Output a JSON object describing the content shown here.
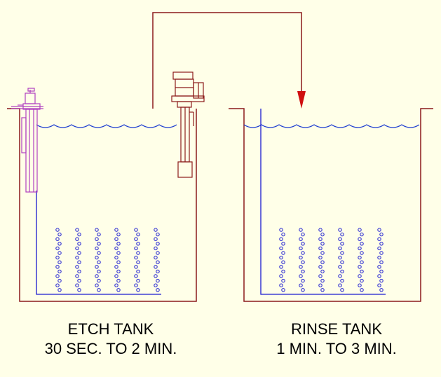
{
  "colors": {
    "background": "#ffffe8",
    "tank_outline": "#8b1a1a",
    "water_line": "#1a3ad0",
    "bubbles": "#1a1ad0",
    "heater": "#b040c0",
    "pump": "#8b1a1a",
    "flow_arrow": "#d01010",
    "drain_line": "#1a1ad0"
  },
  "etch_tank": {
    "name": "ETCH TANK",
    "time": "30 SEC. TO 2 MIN."
  },
  "rinse_tank": {
    "name": "RINSE TANK",
    "time": "1 MIN. TO 3 MIN."
  },
  "icons": [
    "immersion-heater-icon",
    "pump-icon",
    "flow-arrow-icon",
    "bubbler-icon"
  ]
}
